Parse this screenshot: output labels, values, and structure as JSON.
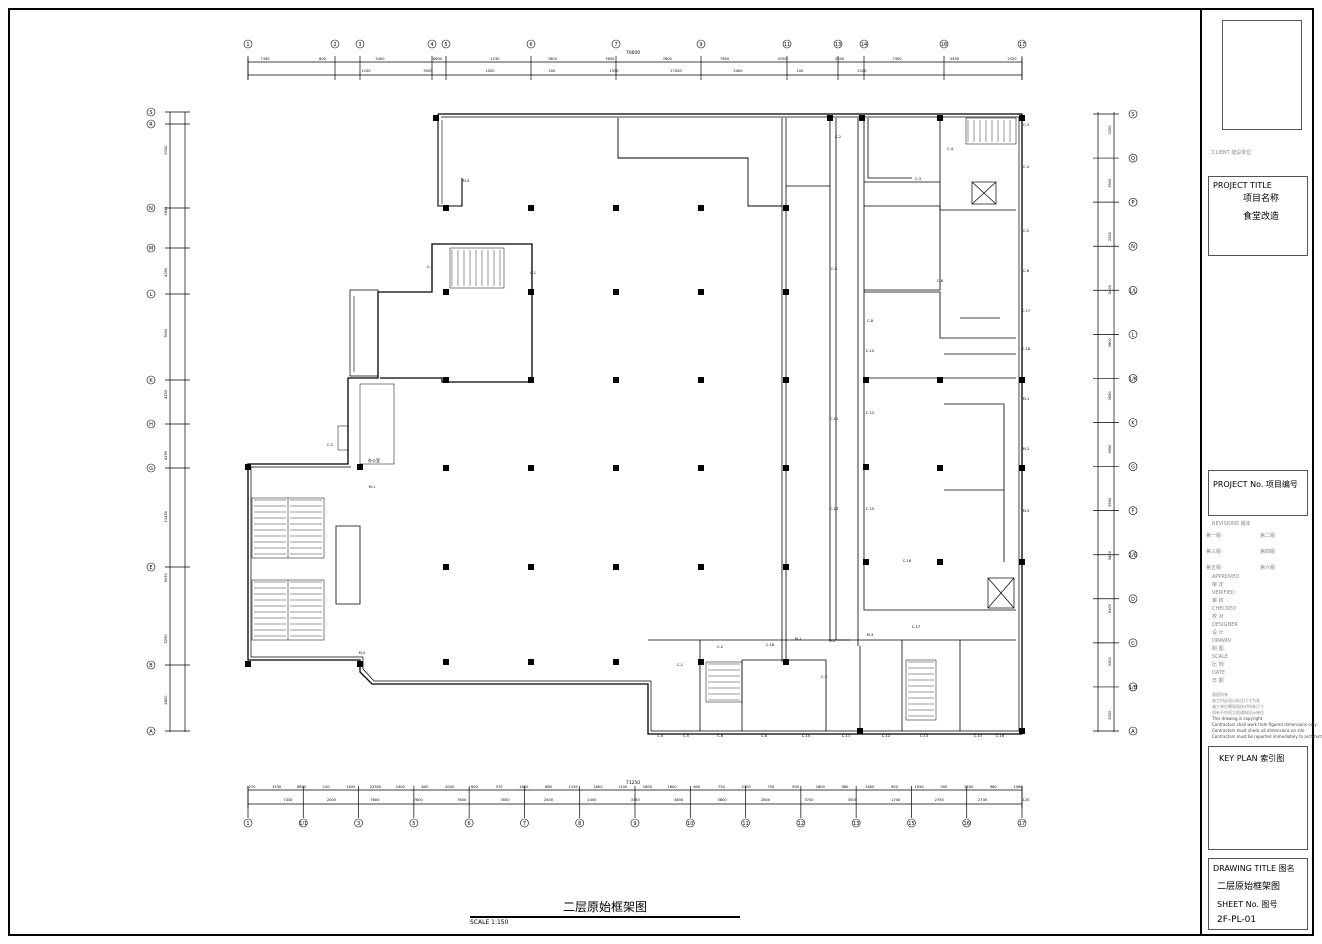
{
  "drawing": {
    "plan_title": "二层原始框架图",
    "scale": "SCALE 1:150",
    "top_axes": [
      "1",
      "2",
      "3",
      "4",
      "5",
      "6",
      "7",
      "9",
      "11",
      "13",
      "14",
      "16",
      "17"
    ],
    "bottom_axes": [
      "1",
      "1/1",
      "3",
      "5",
      "6",
      "7",
      "8",
      "9",
      "10",
      "11",
      "12",
      "13",
      "15",
      "16",
      "17"
    ],
    "left_axes": [
      "S",
      "R",
      "N",
      "M",
      "L",
      "K",
      "H",
      "G",
      "E",
      "B",
      "A"
    ],
    "right_axes": [
      "S",
      "Q",
      "P",
      "N",
      "1/L",
      "L",
      "1/K",
      "K",
      "G",
      "F",
      "1/E",
      "D",
      "C",
      "1/B",
      "A"
    ],
    "top_total_dim": "70600",
    "bottom_total_dim": "71250",
    "top_dims_row1": [
      "7330",
      "600",
      "2400",
      "6600",
      "1230",
      "7600",
      "7600",
      "7600",
      "7600",
      "4700",
      "2500",
      "7300",
      "5490",
      "2520"
    ],
    "top_dims_row2": [
      "1100",
      "3520",
      "1200",
      "200",
      "1550",
      "27420",
      "2400",
      "100",
      "2100"
    ],
    "bottom_dims_row1": [
      "270",
      "1530",
      "8650",
      "120",
      "1620",
      "22350",
      "2400",
      "600",
      "1000",
      "600",
      "370",
      "1800",
      "880",
      "1150",
      "1800",
      "1100",
      "1600",
      "1800",
      "600",
      "750",
      "2100",
      "750",
      "900",
      "1800",
      "960",
      "1800",
      "900",
      "1050",
      "500",
      "1800",
      "960",
      "1060"
    ],
    "bottom_dims_row2": [
      "7330",
      "2000",
      "7600",
      "7600",
      "7600",
      "3500",
      "2400",
      "2400",
      "3750",
      "4850",
      "3800",
      "2800",
      "3700",
      "3500",
      "1740",
      "2750",
      "2730",
      "120"
    ],
    "left_dims": [
      "9330",
      "3840",
      "4350",
      "7600",
      "4350",
      "4150",
      "11450",
      "9030",
      "5250",
      "5800"
    ],
    "right_dims": [
      "3200",
      "3500",
      "2500",
      "5400",
      "3800",
      "3650",
      "3650",
      "3950",
      "5400",
      "5100",
      "3300",
      "5000"
    ],
    "room_label": "办公室",
    "door_tags": [
      "M-1",
      "M-2",
      "M-3",
      "C-1",
      "C-2",
      "C-3",
      "C-4",
      "C-5",
      "C-6",
      "C-8",
      "C-10",
      "C-11",
      "C-12",
      "C-13",
      "C-15",
      "C-16",
      "C-17",
      "C-18"
    ]
  },
  "title_block": {
    "client_label": "CLIENT 建设单位",
    "project_title_label": "PROJECT TITLE",
    "project_name_label": "项目名称",
    "project_name": "食堂改造",
    "project_no_label": "PROJECT No. 项目编号",
    "revisions_label": "REVISIONS 版本",
    "revisions": [
      "第一版",
      "第二版",
      "第三版",
      "第四版",
      "第五版",
      "第六版"
    ],
    "roles": [
      {
        "en": "APPROVED",
        "cn": "审 定"
      },
      {
        "en": "VERIFIED",
        "cn": "审 核"
      },
      {
        "en": "CHECKED",
        "cn": "校 对"
      },
      {
        "en": "DESIGNER",
        "cn": "设 计"
      },
      {
        "en": "DRAWN",
        "cn": "制 图"
      },
      {
        "en": "SCALE",
        "cn": "比 例"
      },
      {
        "en": "DATE",
        "cn": "日 期"
      }
    ],
    "notes": [
      "版权所有",
      "施工时必须以标注尺寸为准",
      "施工单位需现场核对所有尺寸",
      "如有不符须立即通知设计单位",
      "This drawing is copyright",
      "Contractors shall work from figured dimensions only",
      "Contractors must check all dimensions on site",
      "Contractors must be reported immediately to architect"
    ],
    "key_plan_label": "KEY PLAN 索引图",
    "drawing_title_label": "DRAWING TITLE 图名",
    "drawing_title": "二层原始框架图",
    "sheet_no_label": "SHEET No. 图号",
    "sheet_no": "2F-PL-01"
  }
}
